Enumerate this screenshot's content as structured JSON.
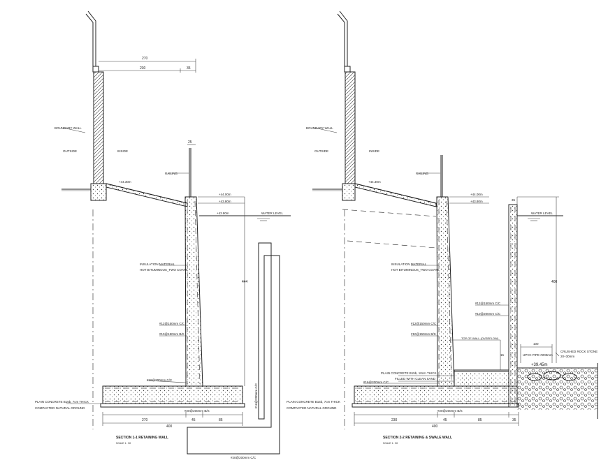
{
  "section1": {
    "title": "SECTION 1-1 RETAINING WALL",
    "scale": "SCALE 1 : 50",
    "dim_top_total": "270",
    "dim_top_a": "230",
    "dim_top_b": "35",
    "dim_wall_top": "25",
    "boundary_wall": "BOUNDARY WALL",
    "outside": "OUTSIDE",
    "inside": "INSIDE",
    "railing": "RAILING",
    "level_ground": "+44.30m",
    "level_a": "+44.00m",
    "level_b": "+43.80m",
    "water_level": "WATER LEVEL",
    "insulation_1": "INSULATION MATERIAL",
    "insulation_2": "HOT BITUMINOUS_TWO COATS",
    "bar_a": "#12@150mm C/C",
    "bar_b": "#10@150mm B/S",
    "bar_c": "#16@200mm C/C",
    "height_dim": "444",
    "plain_concrete": "PLAIN CONCRETE B15b, 7cm THICK",
    "compacted": "COMPACTED NATURAL GROUND",
    "bar_bottom": "#20@200mm B/S",
    "dim_bot_a": "270",
    "dim_bot_b": "45",
    "dim_bot_c": "85",
    "dim_bot_total": "400",
    "detail_vertical": "#16@200mm C/C",
    "detail_bottom": "#20@200mm C/C"
  },
  "section2": {
    "title": "SECTION 2-2 RETAINING & SWALE WALL",
    "scale": "SCALE 1 : 50",
    "boundary_wall": "BOUNDARY WALL",
    "outside": "OUTSIDE",
    "inside": "INSIDE",
    "railing": "RAILING",
    "level_ground": "+44.30m",
    "level_a": "+44.00m",
    "level_b": "+43.80m",
    "water_level": "WATER LEVEL",
    "insulation_1": "INSULATION MATERIAL",
    "insulation_2": "HOT BITUMINOUS_TWO COATS",
    "bar_a": "#12@150mm C/C",
    "bar_b": "#10@150mm B/S",
    "bar_swale_a": "#12@150mm C/C",
    "bar_swale_b": "#10@200mm C/C",
    "top_of_wall": "TOP OF WALL (OVERFLOW)",
    "plain_concrete_top": "PLAIN CONCRETE B15b, 10cm THICK",
    "filled_sand": "FILLED WITH CLEAN SAND",
    "bar_c": "#16@200mm C/C",
    "pipe": "UPVC PIPE #200mm",
    "rock": "CRUSHED ROCK STONE",
    "rock_size": "20+30mm",
    "swale_level": "+39.45m",
    "height_dim": "400",
    "dim_pipe": "100",
    "dim_swale_top": "35",
    "dim_small": "15",
    "plain_concrete": "PLAIN CONCRETE B15b, 7cm THICK",
    "compacted": "COMPACTED NATURAL GROUND",
    "bar_bottom": "#20@200mm B/S",
    "dim_bot_a": "230",
    "dim_bot_b": "45",
    "dim_bot_c": "85",
    "dim_bot_d": "35",
    "dim_bot_total": "400"
  }
}
